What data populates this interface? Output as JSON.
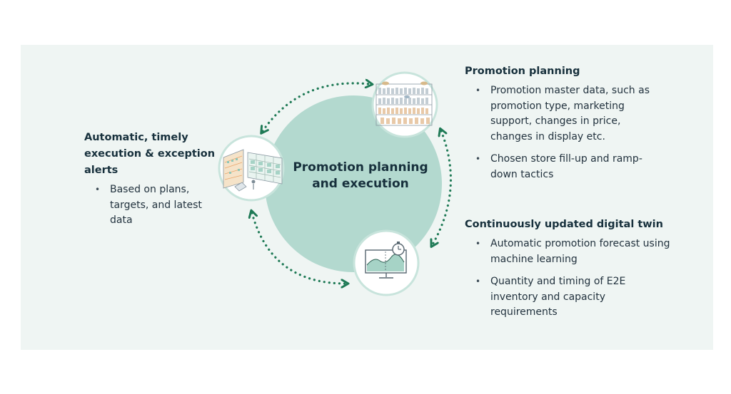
{
  "diagram": {
    "center_label": "Promotion planning and execution",
    "colors": {
      "background": "#eff5f3",
      "circle": "#b3d9cf",
      "arrow": "#1f7a56",
      "node_border": "#c8e4dc",
      "heading": "#17303c"
    },
    "nodes": [
      {
        "icon": "store-shelves-icon"
      },
      {
        "icon": "warehouse-racks-icon"
      },
      {
        "icon": "forecast-monitor-icon"
      }
    ]
  },
  "sections": {
    "left": {
      "title": "Automatic, timely execution & exception alerts",
      "bullets": [
        "Based on plans, targets, and latest data"
      ]
    },
    "right_top": {
      "title": "Promotion planning",
      "bullets": [
        "Promotion master data, such as promotion type, marketing support, changes in price, changes in display etc.",
        "Chosen store fill-up and ramp-down tactics"
      ]
    },
    "right_bottom": {
      "title": "Continuously updated digital twin",
      "bullets": [
        "Automatic promotion forecast using machine learning",
        "Quantity and timing of E2E inventory and capacity requirements"
      ]
    }
  }
}
